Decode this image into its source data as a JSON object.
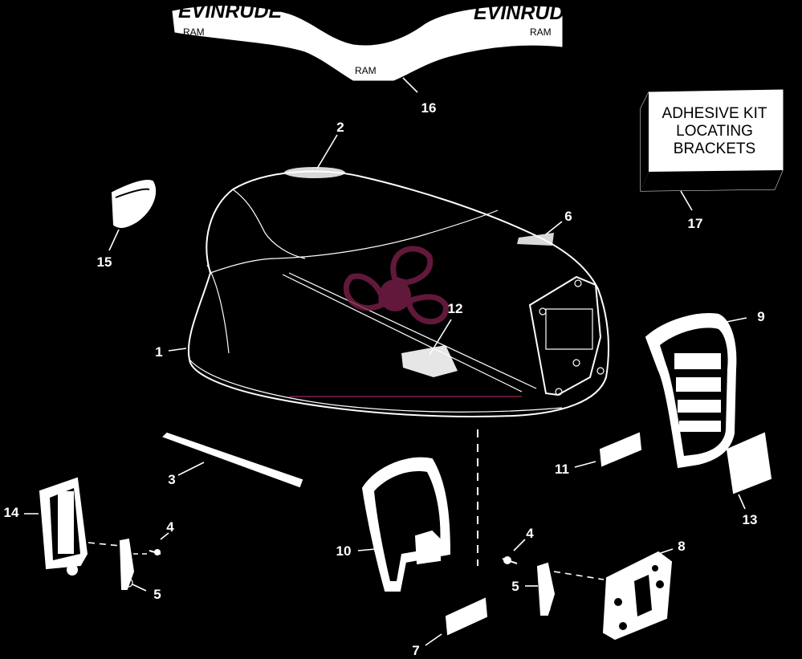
{
  "decal": {
    "brand_left": "EVINRUDE",
    "brand_right": "EVINRUDE",
    "ram_left": "RAM",
    "ram_right": "RAM",
    "ram_center": "RAM"
  },
  "kit_box": {
    "line1": "ADHESIVE KIT",
    "line2": "LOCATING",
    "line3": "BRACKETS"
  },
  "callouts": [
    {
      "id": "c1",
      "label": "1"
    },
    {
      "id": "c2",
      "label": "2"
    },
    {
      "id": "c3",
      "label": "3"
    },
    {
      "id": "c4a",
      "label": "4"
    },
    {
      "id": "c4b",
      "label": "4"
    },
    {
      "id": "c5a",
      "label": "5"
    },
    {
      "id": "c5b",
      "label": "5"
    },
    {
      "id": "c6",
      "label": "6"
    },
    {
      "id": "c7",
      "label": "7"
    },
    {
      "id": "c8",
      "label": "8"
    },
    {
      "id": "c9",
      "label": "9"
    },
    {
      "id": "c10",
      "label": "10"
    },
    {
      "id": "c11",
      "label": "11"
    },
    {
      "id": "c12",
      "label": "12"
    },
    {
      "id": "c13",
      "label": "13"
    },
    {
      "id": "c14",
      "label": "14"
    },
    {
      "id": "c15",
      "label": "15"
    },
    {
      "id": "c16",
      "label": "16"
    },
    {
      "id": "c17",
      "label": "17"
    }
  ],
  "colors": {
    "background": "#000000",
    "lines": "#ffffff",
    "watermark": "#7a1f4a"
  },
  "icons": {
    "watermark": "propeller-logo-icon"
  }
}
